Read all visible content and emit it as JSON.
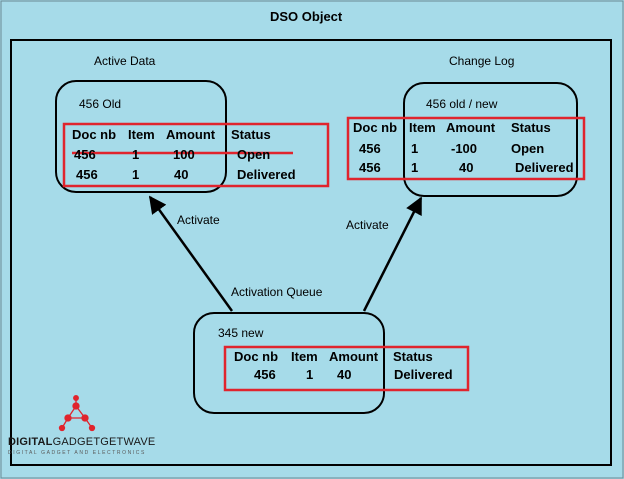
{
  "title": "DSO Object",
  "active": {
    "label": "Active Data",
    "subtitle": "456 Old",
    "headers": [
      "Doc nb",
      "Item",
      "Amount",
      "Status"
    ],
    "rows": [
      {
        "doc": "456",
        "item": "1",
        "amount": "100",
        "status": "Open",
        "struck": true
      },
      {
        "doc": "456",
        "item": "1",
        "amount": "40",
        "status": "Delivered",
        "struck": false
      }
    ]
  },
  "changelog": {
    "label": "Change Log",
    "subtitle": "456 old / new",
    "headers": [
      "Doc nb",
      "Item",
      "Amount",
      "Status"
    ],
    "rows": [
      {
        "doc": "456",
        "item": "1",
        "amount": "-100",
        "status": "Open"
      },
      {
        "doc": "456",
        "item": "1",
        "amount": "40",
        "status": "Delivered"
      }
    ]
  },
  "queue": {
    "label": "Activation Queue",
    "subtitle": "345 new",
    "headers": [
      "Doc nb",
      "Item",
      "Amount",
      "Status"
    ],
    "rows": [
      {
        "doc": "456",
        "item": "1",
        "amount": "40",
        "status": "Delivered"
      }
    ]
  },
  "arrows": {
    "left_label": "Activate",
    "right_label": "Activate"
  },
  "logo": {
    "brand_bold": "DIGITAL",
    "brand_rest": "GADGETGETWAVE",
    "tagline": "DIGITAL GADGET AND ELECTRONICS"
  },
  "colors": {
    "background": "#a6dbe9",
    "highlight": "#e0242d",
    "line": "#000000"
  }
}
